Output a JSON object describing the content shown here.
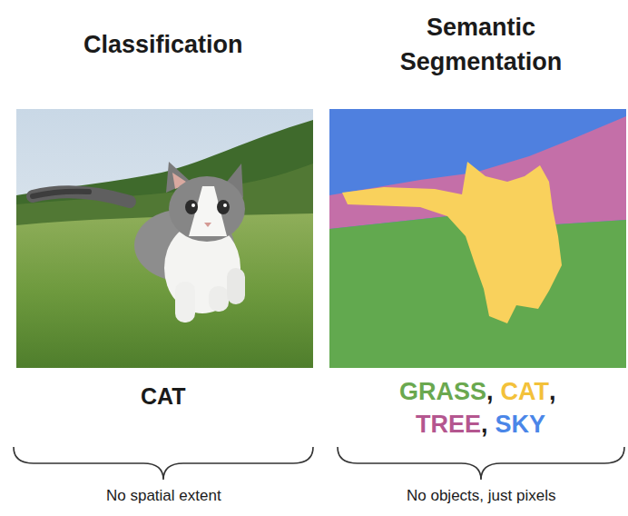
{
  "diagram": {
    "labels": [
      "Classification",
      "Semantic Segmentation",
      "CAT",
      "GRASS",
      ",",
      "CAT",
      ",",
      "TREE",
      ",",
      "SKY",
      "No spatial extent",
      "No objects, just pixels"
    ]
  }
}
